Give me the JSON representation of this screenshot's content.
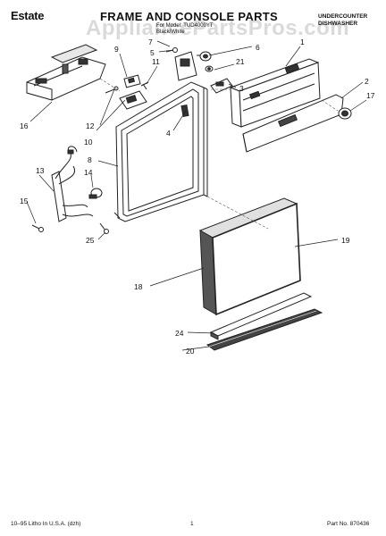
{
  "header": {
    "brand": "Estate",
    "title": "FRAME AND CONSOLE PARTS",
    "model": "For Model: TUD4000YT",
    "color": "Black/White",
    "dishwasher_type_line1": "UNDERCOUNTER",
    "dishwasher_type_line2": "DISHWASHER",
    "watermark": "AppliancePartsPros.com"
  },
  "footer": {
    "print_code": "10–95 Litho In U.S.A. (dzh)",
    "page_number": "1",
    "part_number": "Part No. 870436"
  },
  "callouts": {
    "c1": "1",
    "c2": "2",
    "c3": "3",
    "c4": "4",
    "c5": "5",
    "c6": "6",
    "c7": "7",
    "c8": "8",
    "c9": "9",
    "c10": "10",
    "c11": "11",
    "c12": "12",
    "c13": "13",
    "c14": "14",
    "c15": "15",
    "c16": "16",
    "c17": "17",
    "c18": "18",
    "c19": "19",
    "c20": "20",
    "c21": "21",
    "c24": "24",
    "c25": "25"
  }
}
